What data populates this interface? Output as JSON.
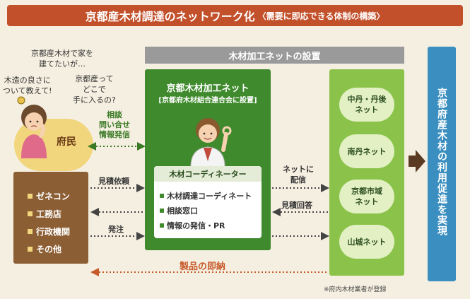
{
  "title": {
    "main": "京都産木材調達のネットワーク化",
    "sub": "〈需要に即応できる体制の構築〉"
  },
  "header_bar": "木材加工ネットの設置",
  "speech": {
    "bubble1_line1": "京都産木材で家を",
    "bubble1_line2": "建てたいが…",
    "bubble2_line1": "木造の良さに",
    "bubble2_line2": "ついて教えて!",
    "bubble3_line1": "京都産って",
    "bubble3_line2": "どこで",
    "bubble3_line3": "手に入るの?"
  },
  "citizen": {
    "label": "府民"
  },
  "consult": {
    "line1": "相談",
    "line2": "問い合せ",
    "line3": "情報発信"
  },
  "organizations": [
    "ゼネコン",
    "工務店",
    "行政機関",
    "その他"
  ],
  "network": {
    "title": "京都木材加工ネット",
    "subtitle": "[京都府木材組合連合会に設置]"
  },
  "coordinator": {
    "title": "木材コーディネーター",
    "items": [
      "木材調達コーディネート",
      "相談窓口",
      "情報の発信・PR"
    ]
  },
  "regions": [
    {
      "line1": "中丹・丹後",
      "line2": "ネット"
    },
    {
      "line1": "南丹ネット",
      "line2": ""
    },
    {
      "line1": "京都市域",
      "line2": "ネット"
    },
    {
      "line1": "山城ネット",
      "line2": ""
    }
  ],
  "note": "※府内木材業者が登録",
  "flows": {
    "estimate_request": "見積依頼",
    "order": "発注",
    "net_delivery_line1": "ネットに",
    "net_delivery_line2": "配信",
    "estimate_reply": "見積回答",
    "product_delivery": "製品の即納"
  },
  "goal": "京都府産木材の利用促進を実現",
  "colors": {
    "title_bg": "#c2502a",
    "network_green": "#3f8a2c",
    "region_green": "#8bc34a",
    "goal_blue": "#3a8fc0",
    "org_brown": "#8c5e33",
    "delivery_orange": "#c75a2a"
  }
}
